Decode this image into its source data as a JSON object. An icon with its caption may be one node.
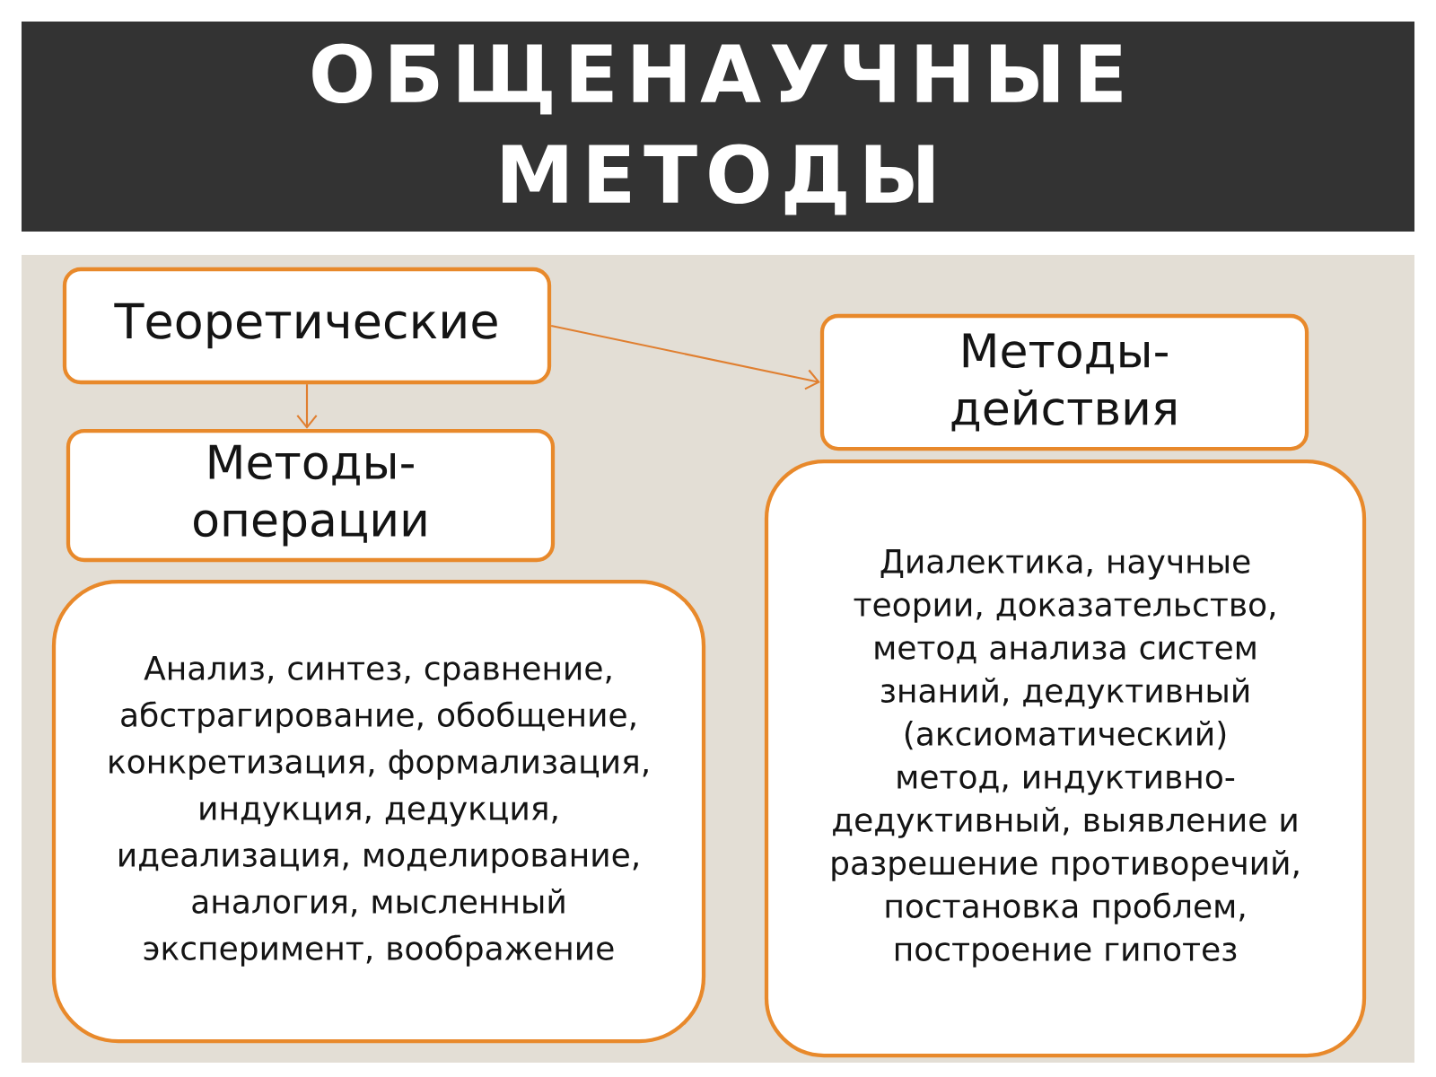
{
  "diagram": {
    "title": "ОБЩЕНАУЧНЫЕ МЕТОДЫ",
    "nodes": [
      {
        "text": [
          "Теоретические"
        ]
      },
      {
        "text": [
          "Методы-операции"
        ]
      },
      {
        "text": [
          "Анализ, синтез, сравнение, абстрагирование, обобщение, конкретизация, формализация, индукция, дедукция, идеализация, моделирование, аналогия, мысленный эксперимент, воображение"
        ]
      },
      {
        "text": [
          "Методы-действия"
        ]
      },
      {
        "text": [
          "Диалектика, научные теории, доказательство, метод анализа систем знаний, дедуктивный (аксиоматический) метод, индуктивно-дедуктивный, выявление и разрешение противоречий, постановка проблем, построение гипотез"
        ]
      }
    ],
    "edges": [
      {
        "from": 0,
        "to": 1,
        "arrow": "to"
      },
      {
        "from": 0,
        "to": 3,
        "arrow": "to"
      }
    ]
  }
}
